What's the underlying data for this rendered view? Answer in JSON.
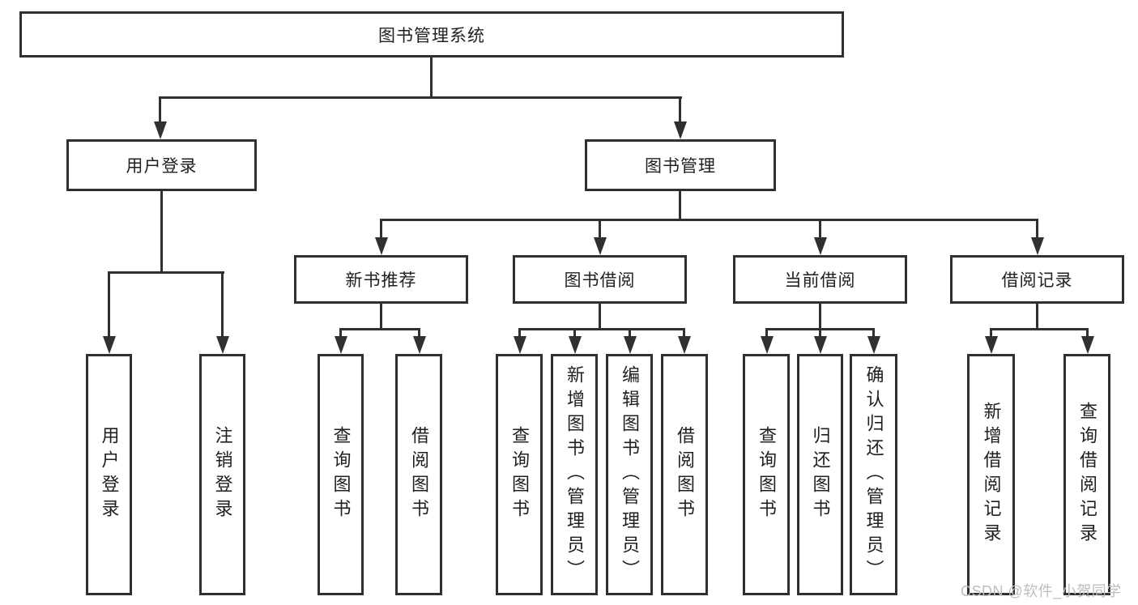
{
  "diagram_title": "图书管理系统",
  "tree": {
    "root": {
      "label": "图书管理系统"
    },
    "branches": [
      {
        "label": "用户登录",
        "children": [
          {
            "label": "用户登录"
          },
          {
            "label": "注销登录"
          }
        ]
      },
      {
        "label": "图书管理",
        "children": [
          {
            "label": "新书推荐",
            "children": [
              {
                "label": "查询图书"
              },
              {
                "label": "借阅图书"
              }
            ]
          },
          {
            "label": "图书借阅",
            "children": [
              {
                "label": "查询图书"
              },
              {
                "label": "新增图书（管理员）"
              },
              {
                "label": "编辑图书（管理员）"
              },
              {
                "label": "借阅图书"
              }
            ]
          },
          {
            "label": "当前借阅",
            "children": [
              {
                "label": "查询图书"
              },
              {
                "label": "归还图书"
              },
              {
                "label": "确认归还（管理员）"
              }
            ]
          },
          {
            "label": "借阅记录",
            "children": [
              {
                "label": "新增借阅记录"
              },
              {
                "label": "查询借阅记录"
              }
            ]
          }
        ]
      }
    ]
  },
  "watermark": {
    "text": "CSDN @软件_小贺同学",
    "color": "#bdbdbd"
  },
  "colors": {
    "line": "#303030",
    "box_border": "#303030",
    "text": "#1f1f1f",
    "background": "#ffffff"
  }
}
